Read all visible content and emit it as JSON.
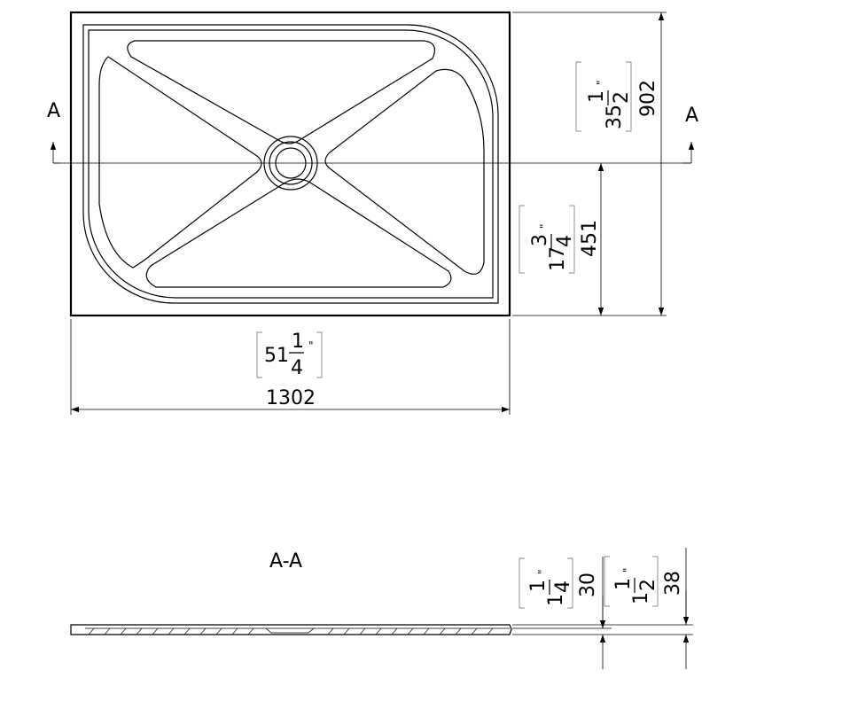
{
  "section_marks": {
    "left": "A",
    "right": "A"
  },
  "section_title": "A-A",
  "dimensions": {
    "width": {
      "mm": "1302",
      "inch_whole": "51",
      "inch_num": "1",
      "inch_den": "4",
      "inch_mark": "\""
    },
    "height": {
      "mm": "902",
      "inch_whole": "35",
      "inch_num": "1",
      "inch_den": "2",
      "inch_mark": "\""
    },
    "drain_offset": {
      "mm": "451",
      "inch_whole": "17",
      "inch_num": "3",
      "inch_den": "4",
      "inch_mark": "\""
    },
    "depth_inner": {
      "mm": "30",
      "inch_whole": "1",
      "inch_num": "1",
      "inch_den": "4",
      "inch_mark": "\""
    },
    "depth_total": {
      "mm": "38",
      "inch_whole": "1",
      "inch_num": "1",
      "inch_den": "2",
      "inch_mark": "\""
    }
  }
}
